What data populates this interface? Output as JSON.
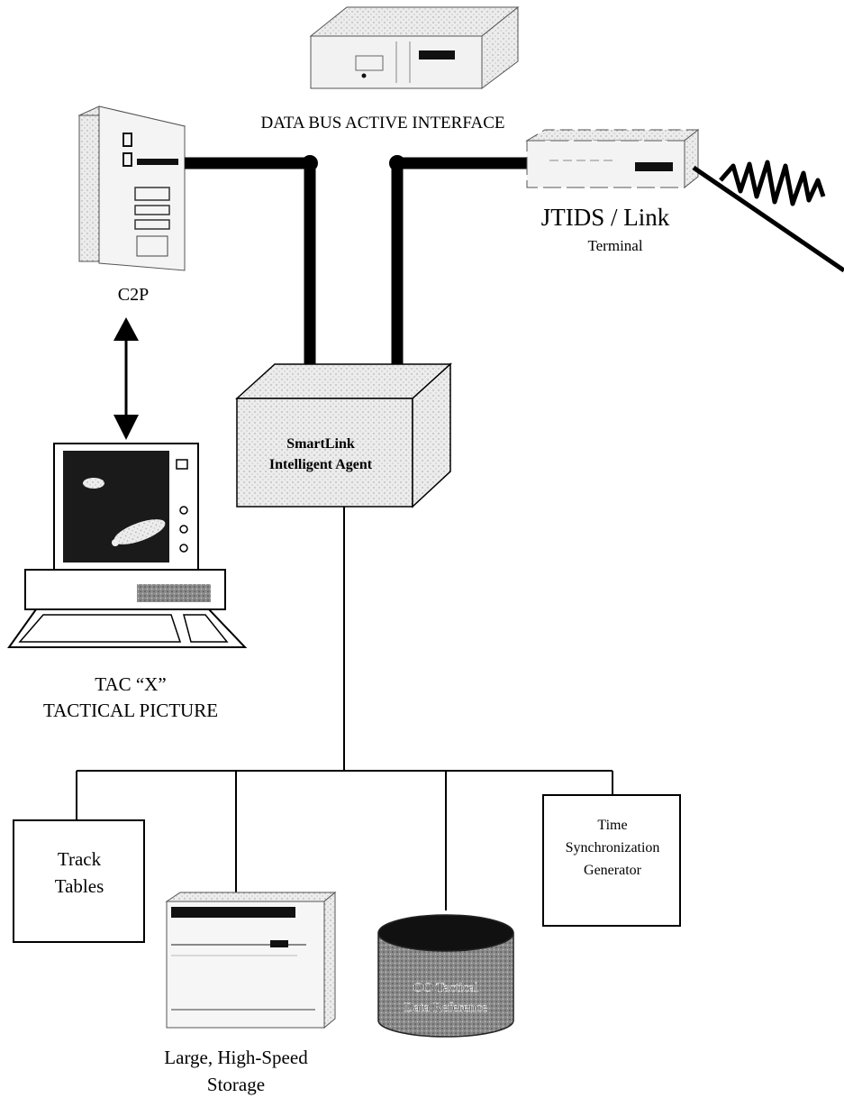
{
  "labels": {
    "data_bus": "DATA BUS ACTIVE INTERFACE",
    "jtids_title": "JTIDS / Link",
    "jtids_sub": "Terminal",
    "c2p": "C2P",
    "smartlink_line1": "SmartLink",
    "smartlink_line2": "Intelligent Agent",
    "tac_line1": "TAC “X”",
    "tac_line2": "TACTICAL PICTURE",
    "track_line1": "Track",
    "track_line2": "Tables",
    "time_line1": "Time",
    "time_line2": "Synchronization",
    "time_line3": "Generator",
    "oo_line1": "OO Tactical",
    "oo_line2": "Data Reference",
    "storage_line1": "Large, High-Speed",
    "storage_line2": "Storage"
  },
  "colors": {
    "ink": "#000000",
    "stipple": "#d9d9d9",
    "screen": "#1a1a1a",
    "background": "#ffffff"
  },
  "icons": {
    "data_bus_unit": "rack-server-icon",
    "c2p": "tower-computer-icon",
    "jtids": "radio-terminal-icon",
    "antenna": "antenna-signal-icon",
    "tac_x": "desktop-workstation-icon",
    "storage": "storage-device-icon",
    "database": "database-cylinder-icon",
    "agent": "agent-box-icon"
  }
}
